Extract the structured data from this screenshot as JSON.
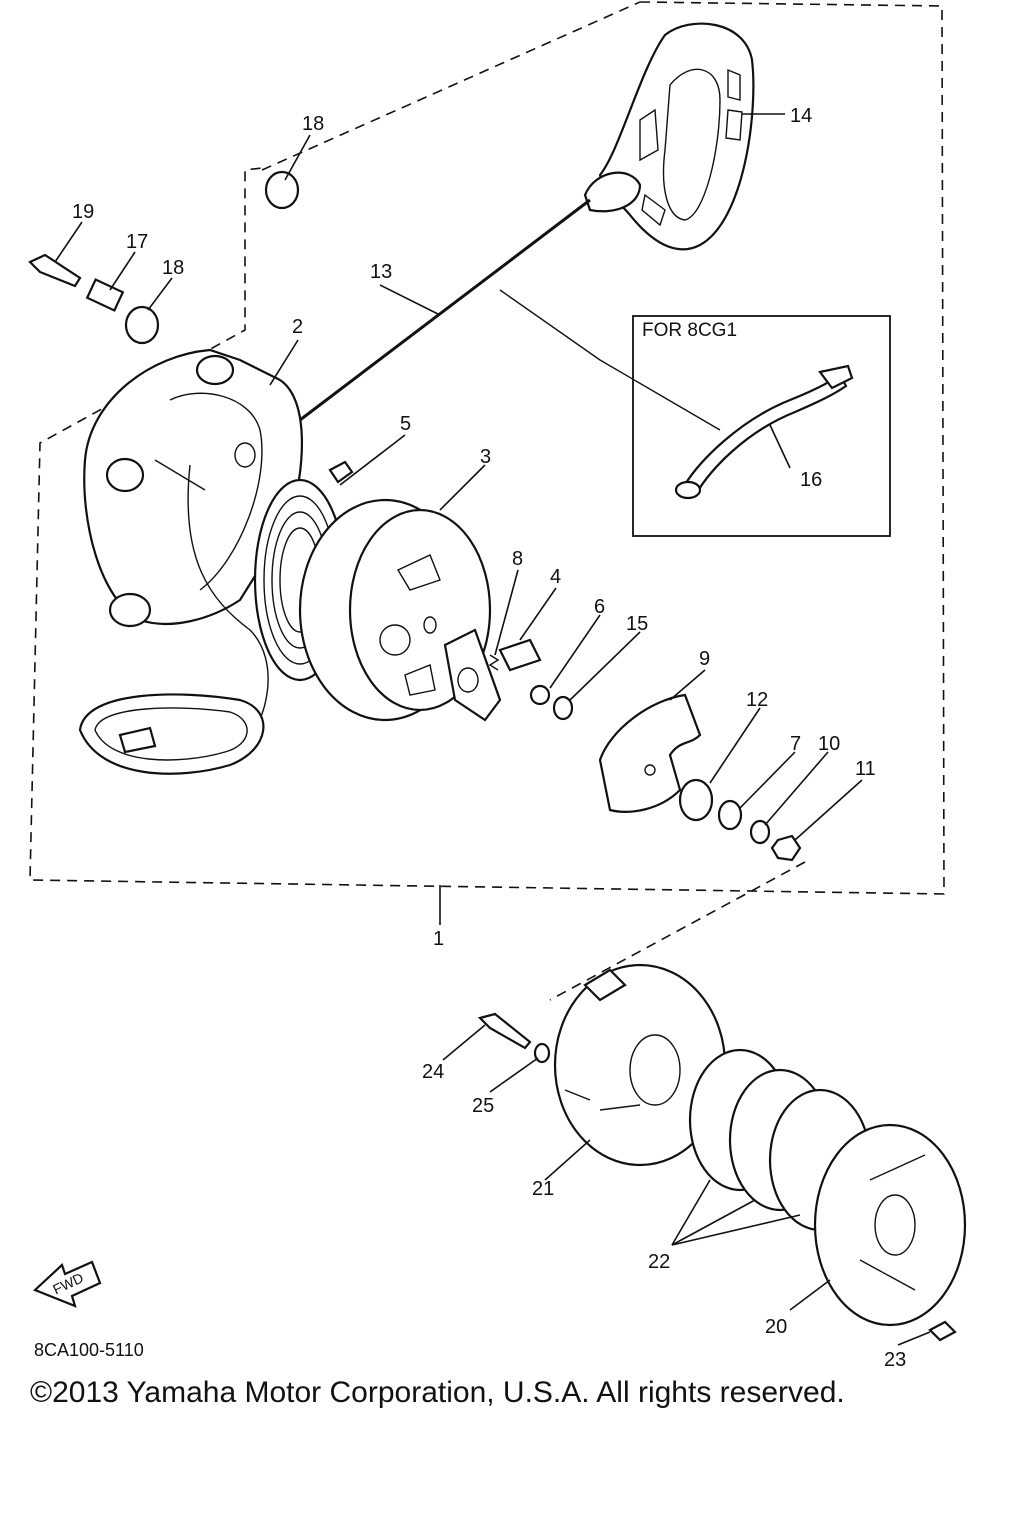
{
  "diagram": {
    "inset_label": "FOR 8CG1",
    "drawing_code": "8CA100-5110",
    "fwd_label": "FWD",
    "copyright": "©2013 Yamaha Motor Corporation, U.S.A. All rights reserved.",
    "callouts": [
      "1",
      "2",
      "3",
      "4",
      "5",
      "6",
      "7",
      "8",
      "9",
      "10",
      "11",
      "12",
      "13",
      "14",
      "15",
      "16",
      "17",
      "18",
      "18",
      "19",
      "20",
      "21",
      "22",
      "23",
      "24",
      "25"
    ]
  }
}
